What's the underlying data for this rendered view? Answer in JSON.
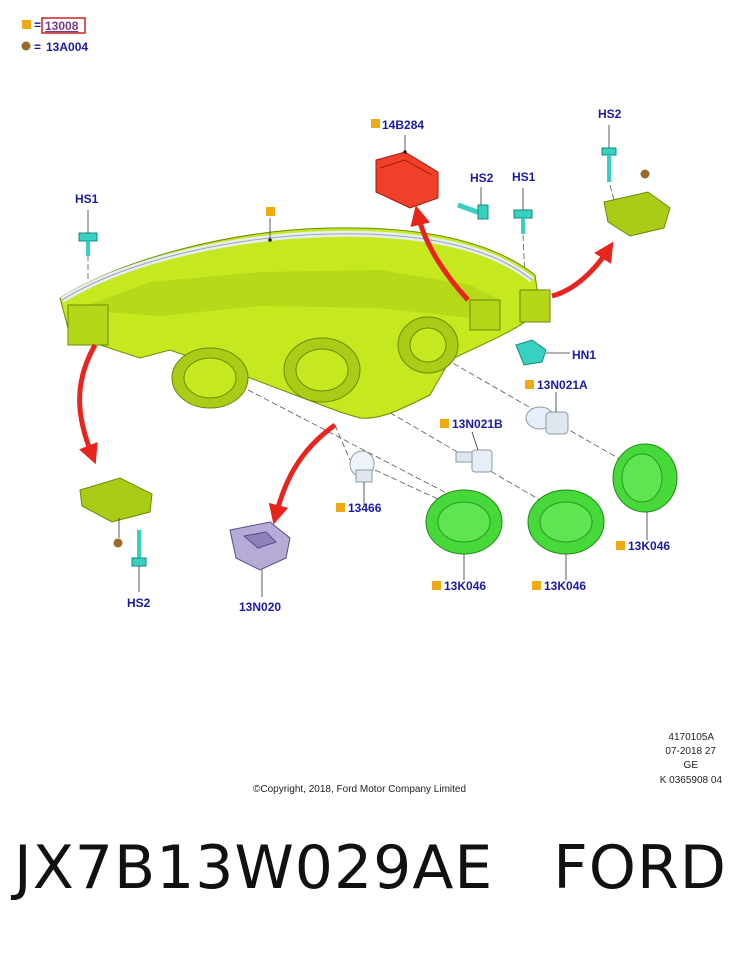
{
  "legend": [
    {
      "value": "13008",
      "symbol": "square"
    },
    {
      "value": "13A004",
      "symbol": "dot"
    }
  ],
  "legend_equals": "=",
  "labels": {
    "hs1_left": "HS1",
    "top_square": "",
    "p14b284": "14B284",
    "hs2_mid": "HS2",
    "hs1_mid": "HS1",
    "hs2_right": "HS2",
    "hn1": "HN1",
    "p13n021a": "13N021A",
    "p13n021b": "13N021B",
    "p13466": "13466",
    "p13k046_a": "13K046",
    "p13k046_b": "13K046",
    "p13k046_c": "13K046",
    "p13n020": "13N020",
    "hs2_left": "HS2"
  },
  "meta": {
    "ref_code": "4170105A",
    "date": "07-2018 27",
    "region": "GE",
    "doc_no": "K 0365908 04",
    "copyright": "©Copyright, 2018, Ford Motor Company Limited"
  },
  "footer": {
    "part_number": "JX7B13W029AE",
    "brand": "FORD"
  },
  "colors": {
    "housing": "#c6e81e",
    "housing_dark": "#8fb312",
    "bulb_cover": "#47d83a",
    "arrow": "#e8241c",
    "marker": "#f0aa14",
    "dot": "#9a6b28",
    "screw": "#38d0c0",
    "module": "#f0402a",
    "label": "#1a1aa8"
  }
}
